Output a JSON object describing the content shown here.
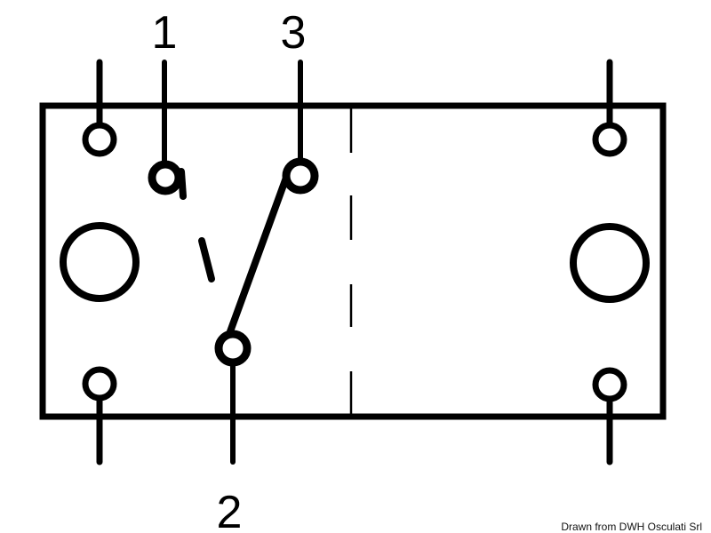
{
  "diagram": {
    "type": "switch-terminal-schematic",
    "colors": {
      "stroke": "#000000",
      "background": "#ffffff"
    },
    "terminal_labels": {
      "t1": "1",
      "t2": "2",
      "t3": "3"
    },
    "credit": "Drawn from DWH Osculati Srl"
  }
}
